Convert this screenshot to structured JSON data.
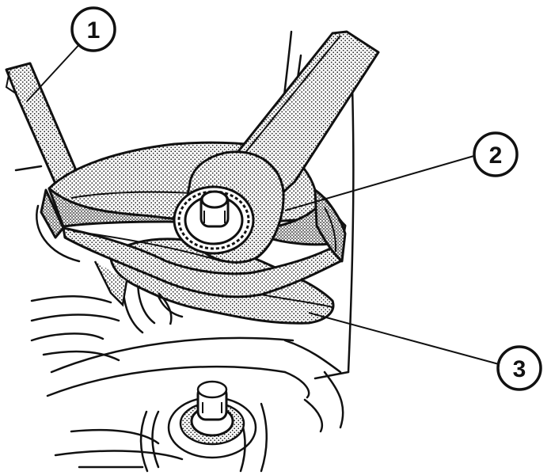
{
  "colors": {
    "ink": "#111111",
    "paper": "#ffffff",
    "stipple": "#2a2a2a"
  },
  "callouts": [
    {
      "id": "1",
      "label": "1"
    },
    {
      "id": "2",
      "label": "2"
    },
    {
      "id": "3",
      "label": "3"
    }
  ]
}
